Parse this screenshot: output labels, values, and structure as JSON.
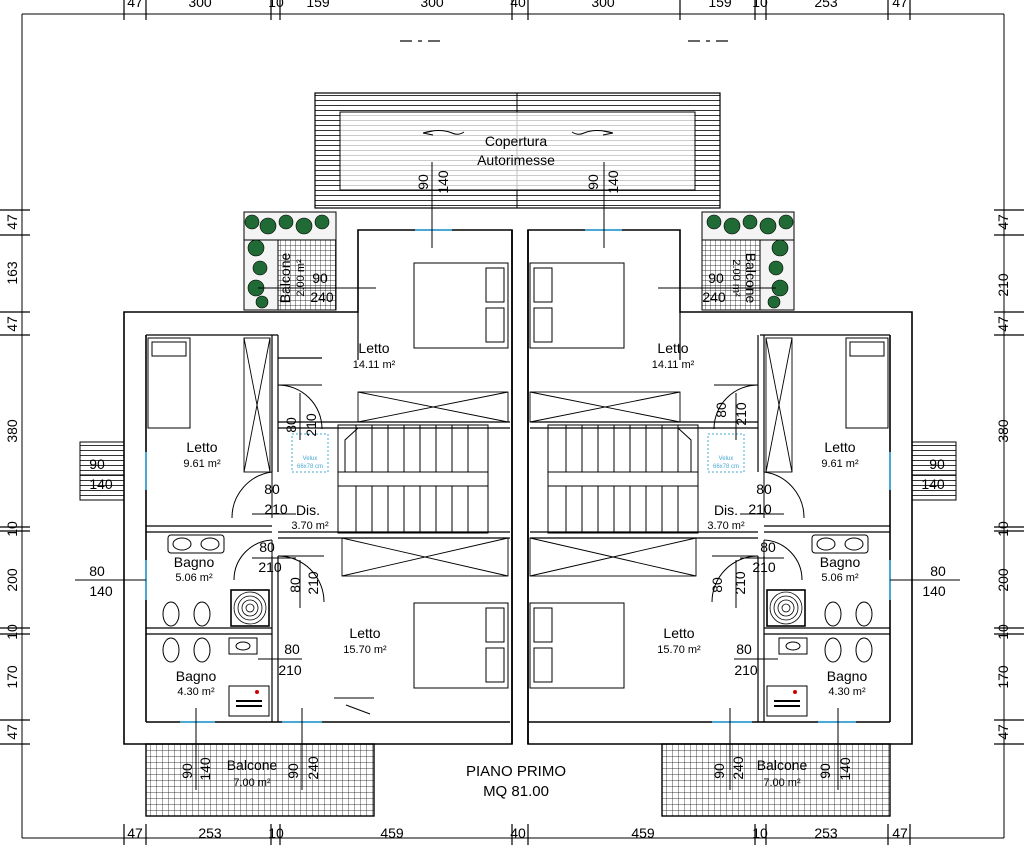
{
  "title": {
    "line1": "PIANO PRIMO",
    "line2": "MQ 81.00"
  },
  "roof": {
    "line1": "Copertura",
    "line2": "Autorimesse"
  },
  "dims": {
    "top": [
      "47",
      "300",
      "10",
      "159",
      "300",
      "40",
      "300",
      "159",
      "10",
      "253",
      "47"
    ],
    "bottom": [
      "47",
      "253",
      "10",
      "459",
      "40",
      "459",
      "10",
      "253",
      "47"
    ],
    "left": [
      "47",
      "163",
      "47",
      "380",
      "10",
      "200",
      "10",
      "170",
      "47"
    ],
    "right": [
      "47",
      "210",
      "47",
      "380",
      "10",
      "200",
      "10",
      "170",
      "47"
    ]
  },
  "rooms": {
    "letto": "Letto",
    "letto_a_area": "14.11 m²",
    "letto_b_area": "9.61 m²",
    "letto_c_area": "15.70 m²",
    "dis": "Dis.",
    "dis_area": "3.70 m²",
    "bagno": "Bagno",
    "bagno_a_area": "5.06 m²",
    "bagno_b_area": "4.30 m²",
    "balcone": "Balcone",
    "balcone_big_area": "7.00 m²",
    "balcone_small_area": "2.00 m²"
  },
  "openings": {
    "w90": "90",
    "w80": "80",
    "h140": "140",
    "h210": "210",
    "h240": "240"
  },
  "velux": {
    "line1": "Velux",
    "line2": "66x78 cm"
  }
}
